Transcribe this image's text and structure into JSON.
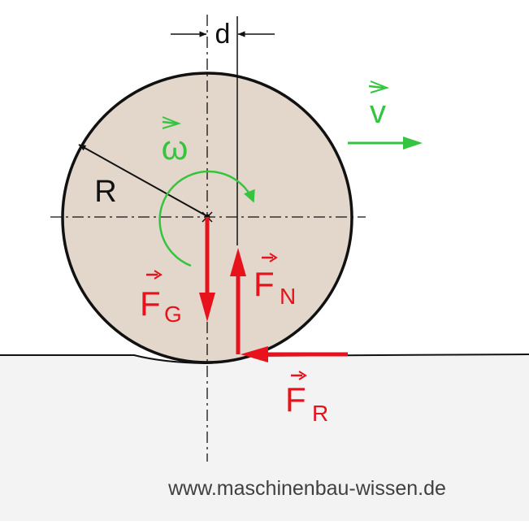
{
  "labels": {
    "offset": "d",
    "radius": "R",
    "angular_velocity": "ω",
    "velocity": "v",
    "weight_main": "F",
    "weight_sub": "G",
    "normal_main": "F",
    "normal_sub": "N",
    "friction_main": "F",
    "friction_sub": "R"
  },
  "watermark": "www.maschinenbau-wissen.de",
  "colors": {
    "wheel_fill": "#e3d7cb",
    "ground_fill": "#f3f3f3",
    "outline": "#111111",
    "force": "#e8121c",
    "motion": "#35c440",
    "watermark": "#404040"
  }
}
